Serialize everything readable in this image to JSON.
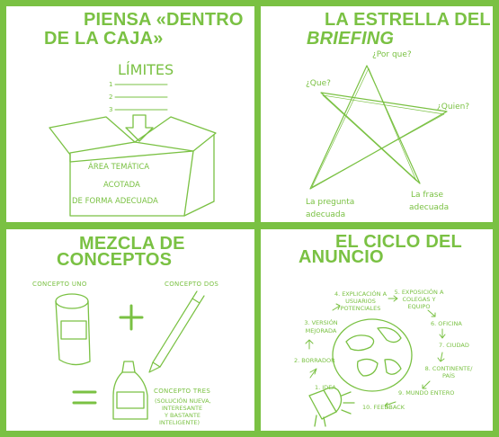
{
  "panels": {
    "box": {
      "title_line1": "PIENSA «DENTRO",
      "title_line2": "DE LA CAJA»",
      "limits_label": "LÍMITES",
      "list_numbers": [
        "1",
        "2",
        "3"
      ],
      "box_text": [
        "ÁREA TEMÁTICA",
        "ACOTADA",
        "DE FORMA ADECUADA"
      ]
    },
    "star": {
      "title_line1": "LA ESTRELLA DEL",
      "title_line2": "BRIEFING",
      "label_top": "¿Por que?",
      "label_left": "¿Que?",
      "label_right": "¿Quien?",
      "label_bottom_left": [
        "La pregunta",
        "adecuada"
      ],
      "label_bottom_right": [
        "La frase",
        "adecuada"
      ]
    },
    "mix": {
      "title_line1": "MEZCLA DE",
      "title_line2": "CONCEPTOS",
      "concept_one": "CONCEPTO UNO",
      "concept_two": "CONCEPTO DOS",
      "concept_three": "CONCEPTO TRES",
      "result_text": [
        "(SOLUCIÓN NUEVA,",
        "INTERESANTE",
        "Y BASTANTE",
        "INTELIGENTE)"
      ]
    },
    "cycle": {
      "title_line1": "EL CICLO DEL",
      "title_line2": "ANUNCIO",
      "steps": [
        "1. IDEA",
        "2. BORRADOR",
        "3. VERSIÓN MEJORADA",
        "4. EXPLICACIÓN A USUARIOS POTENCIALES",
        "5. EXPOSICIÓN A COLEGAS Y EQUIPO",
        "6. OFICINA",
        "7. CIUDAD",
        "8. CONTINENTE/ PAÍS",
        "9. MUNDO ENTERO",
        "10. FEEDBACK"
      ]
    }
  },
  "colors": {
    "accent": "#7ac143"
  }
}
